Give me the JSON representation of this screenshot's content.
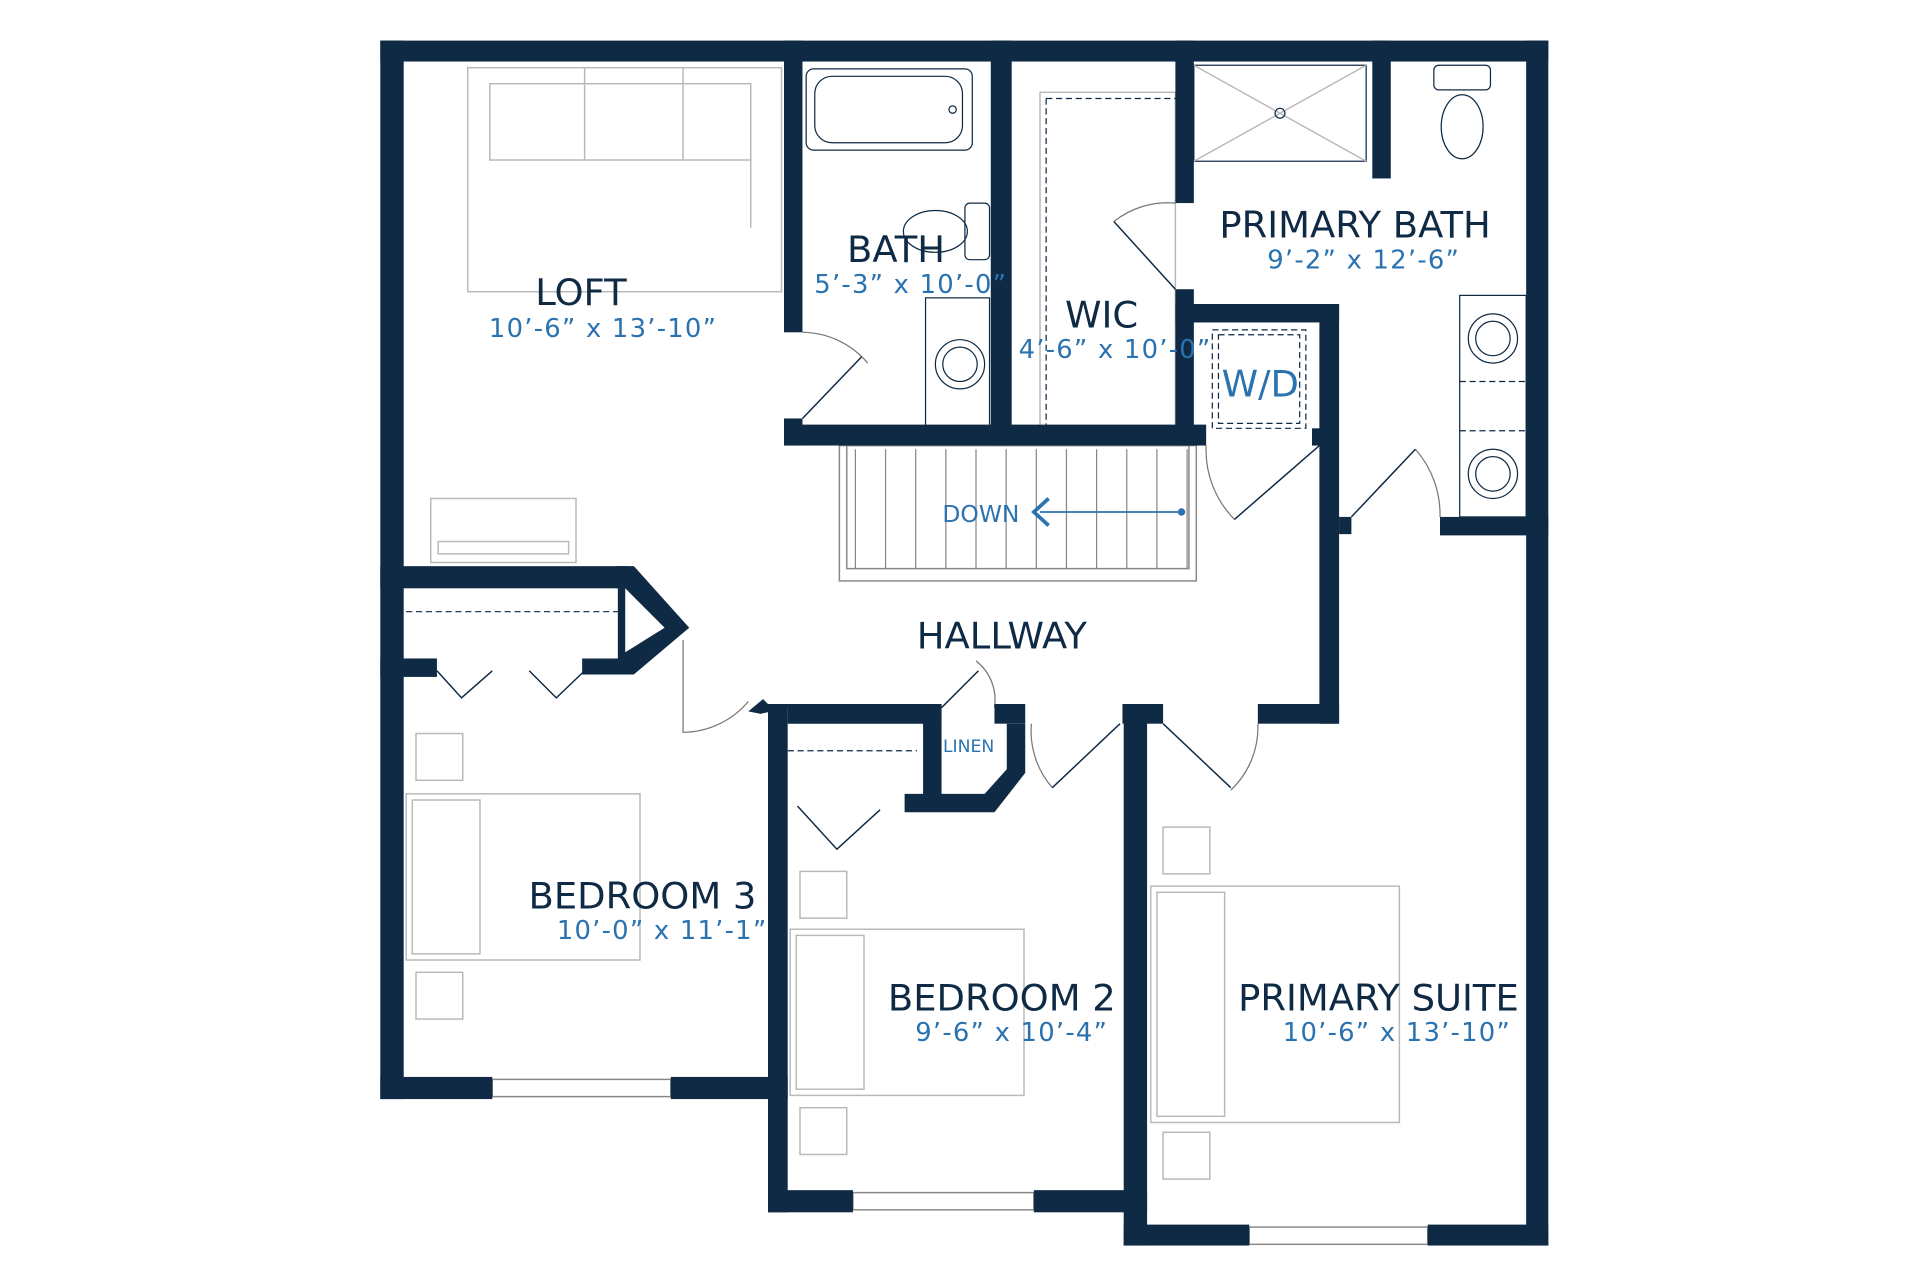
{
  "colors": {
    "wall": "#0f2a44",
    "room_label": "#0f2a44",
    "dimension_label": "#2a72b0"
  },
  "rooms": {
    "loft": {
      "name": "LOFT",
      "size": "10’-6” x 13’-10”"
    },
    "bath": {
      "name": "BATH",
      "size": "5’-3” x 10’-0”"
    },
    "wic": {
      "name": "WIC",
      "size": "4’-6” x 10’-0”"
    },
    "primary_bath": {
      "name": "PRIMARY BATH",
      "size": "9’-2” x 12’-6”"
    },
    "wd": {
      "name": "W/D"
    },
    "hallway": {
      "name": "HALLWAY"
    },
    "linen": {
      "name": "LINEN"
    },
    "bedroom3": {
      "name": "BEDROOM 3",
      "size": "10’-0” x 11’-1”"
    },
    "bedroom2": {
      "name": "BEDROOM 2",
      "size": "9’-6” x 10’-4”"
    },
    "primary_suite": {
      "name": "PRIMARY SUITE",
      "size": "10’-6” x 13’-10”"
    }
  },
  "stairs": {
    "label": "DOWN"
  }
}
